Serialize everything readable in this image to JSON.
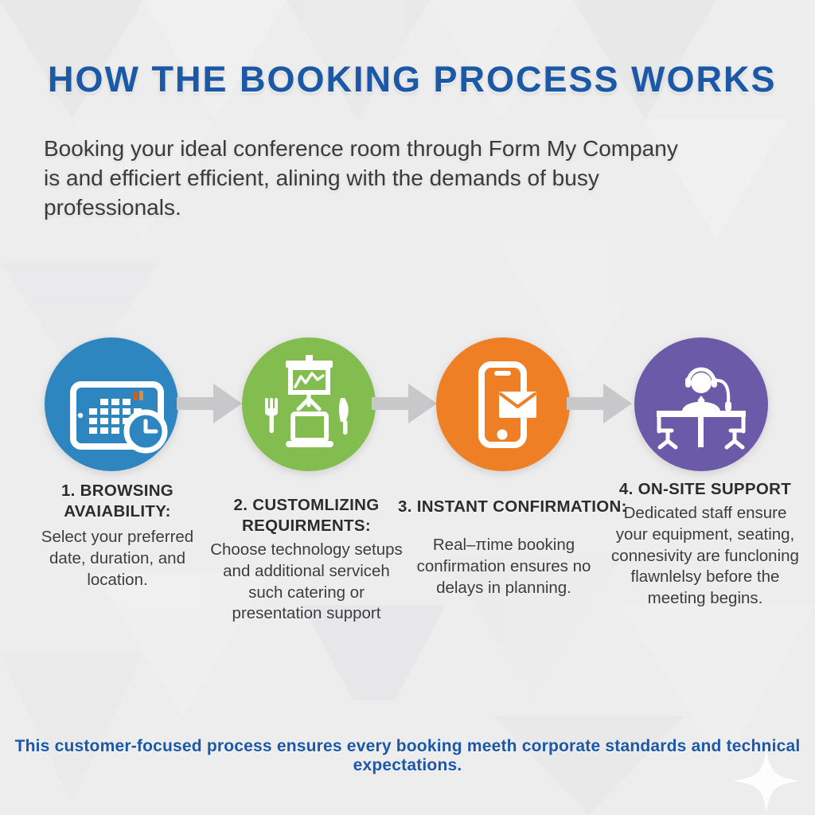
{
  "title": {
    "text": "HOW THE BOOKING PROCESS WORKS",
    "color": "#1b58a6"
  },
  "intro": {
    "text": "Booking your ideal conference room through Form My Company is and efficiert efficient, alining with the demands of busy professionals.",
    "color": "#3a3a3c"
  },
  "arrow": {
    "color": "#c8c8ca"
  },
  "steps": [
    {
      "heading": "1. BROWSING AVAIABILITY:",
      "body": "Select your preferred date, duration, and location.",
      "color": "#2e86c1",
      "icon": "tablet-calendar-clock-icon"
    },
    {
      "heading": "2. CUSTOMLIZING REQUIRMENTS:",
      "body": "Choose technology setups and additional serviceh such catering or presentation support",
      "color": "#83bd4f",
      "icon": "presentation-laptop-catering-icon"
    },
    {
      "heading": "3. INSTANT CONFIRMATION:",
      "body": "Real–πime booking confirmation ensures no delays in planning.",
      "color": "#ee7f24",
      "icon": "smartphone-email-icon"
    },
    {
      "heading": "4. ON-SITE SUPPORT",
      "body": "Dedicated staff ensure your equipment, seating, connesivity are funcloning flawnlelsy before the meeting begins.",
      "color": "#6a5aa8",
      "icon": "support-agent-desk-icon"
    }
  ],
  "footer": {
    "text": "This customer-focused process ensures every booking meeth corporate standards and technical expectations.",
    "color": "#1c58a6"
  },
  "background": {
    "base": "#ededee",
    "triangle_light": "#f6f6f7",
    "triangle_dark": "#e2e2e4",
    "calendar_flag": "#cf7034"
  }
}
